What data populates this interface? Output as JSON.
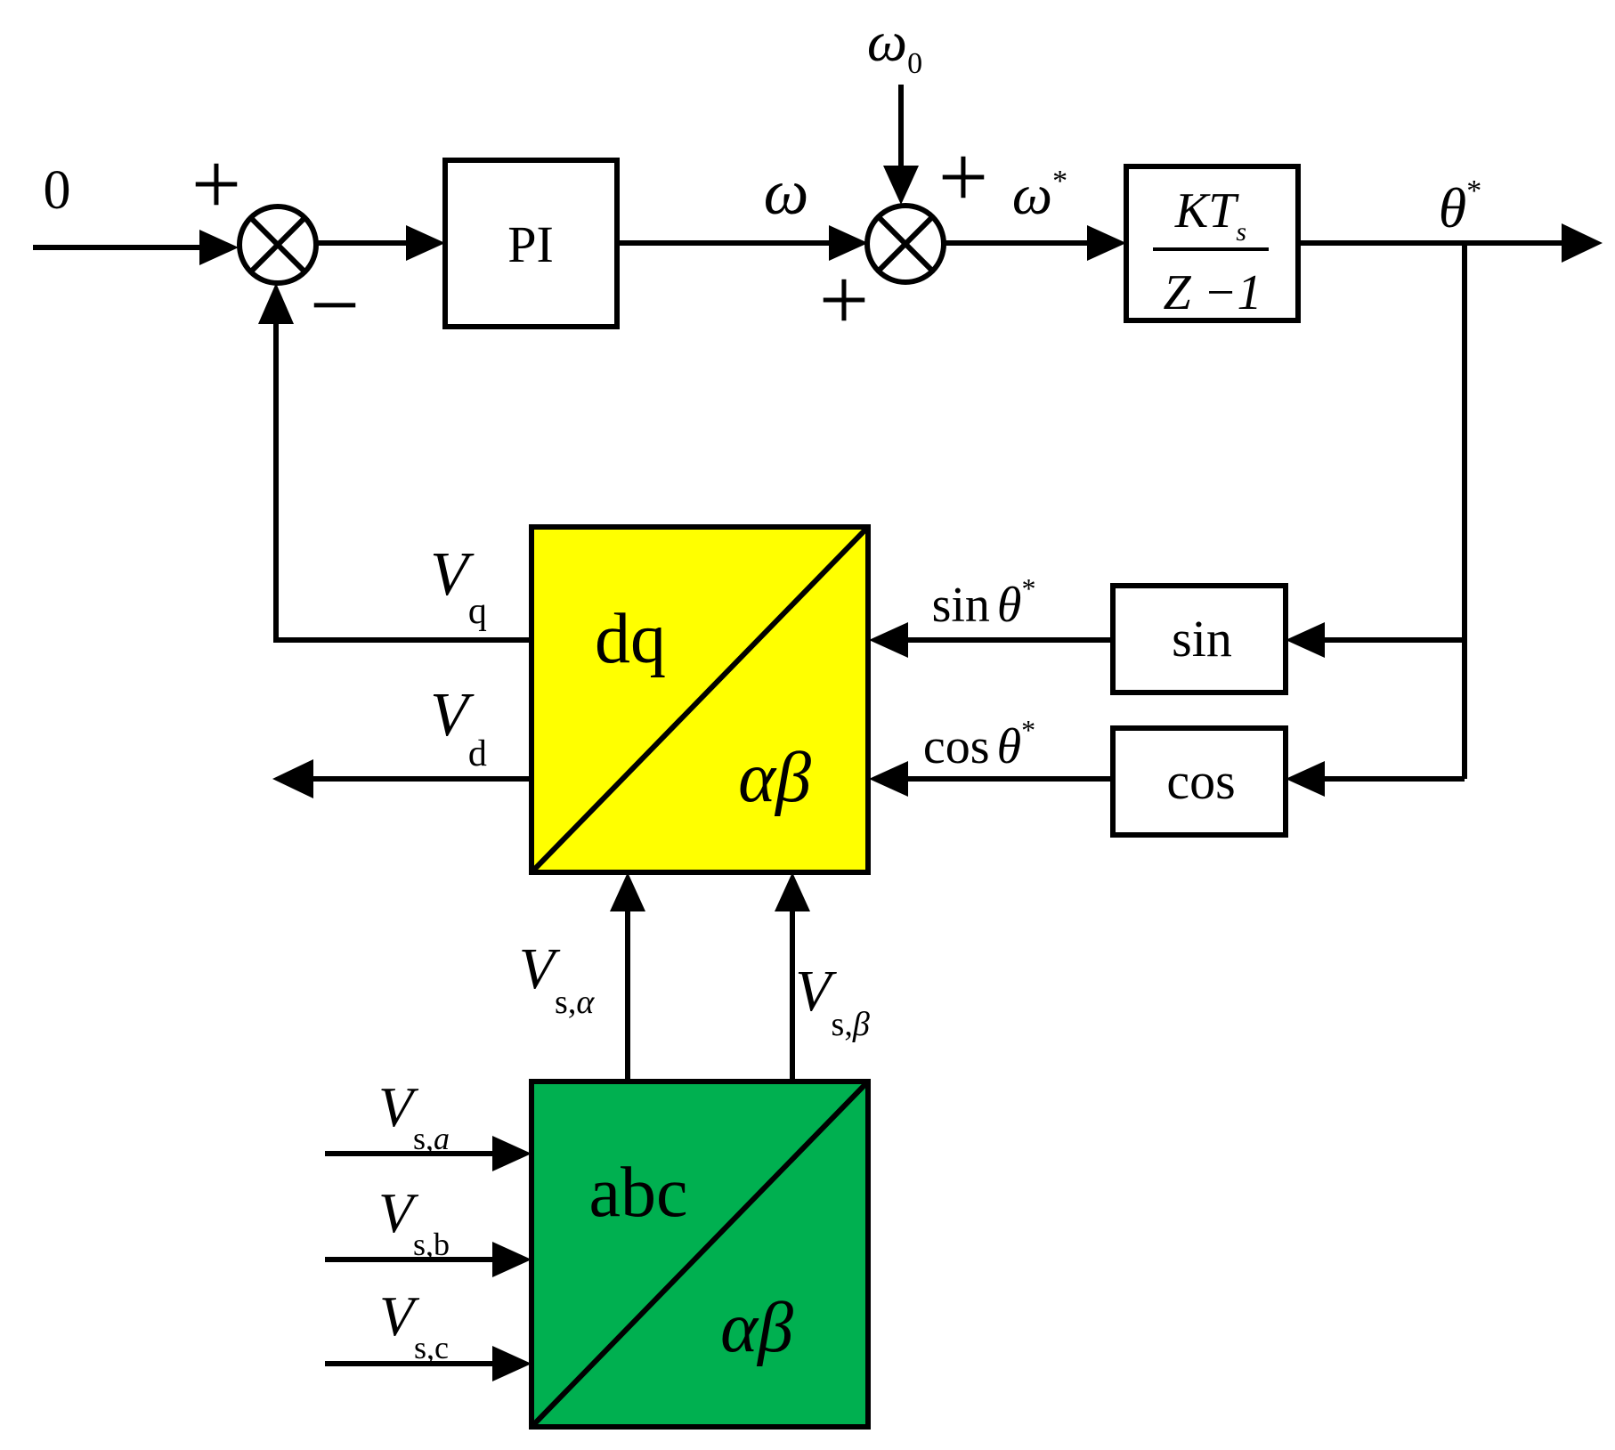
{
  "colors": {
    "dq_block": "#ffff00",
    "abc_block": "#00b050",
    "line": "#000000",
    "background": "#ffffff"
  },
  "inputs": {
    "reference": "0",
    "omega0": "ω",
    "omega0_sub": "0"
  },
  "sum1": {
    "plus_sign": "+",
    "minus_sign": "−"
  },
  "sum2": {
    "plus_top": "+",
    "plus_bottom": "+"
  },
  "blocks": {
    "pi": "PI",
    "integrator_num_k": "KT",
    "integrator_num_sub": "s",
    "integrator_den": "Z −1",
    "sin": "sin",
    "cos": "cos",
    "dq_top": "dq",
    "dq_bottom": "αβ",
    "abc_top": "abc",
    "abc_bottom": "αβ"
  },
  "signals": {
    "omega": "ω",
    "omega_star": "ω",
    "star": "*",
    "theta_star": "θ",
    "sin_theta_fn": "sin",
    "sin_theta_var": "θ",
    "cos_theta_fn": "cos",
    "cos_theta_var": "θ",
    "vq": "V",
    "vq_sub": "q",
    "vd": "V",
    "vd_sub": "d",
    "vs_alpha": "V",
    "vs_alpha_sub_a": "s,",
    "vs_alpha_sub_b": "α",
    "vs_beta": "V",
    "vs_beta_sub_a": "s,",
    "vs_beta_sub_b": "β",
    "vsa": "V",
    "vsa_sub_a": "s,",
    "vsa_sub_b": "a",
    "vsb": "V",
    "vsb_sub": "s,b",
    "vsc": "V",
    "vsc_sub": "s,c"
  }
}
